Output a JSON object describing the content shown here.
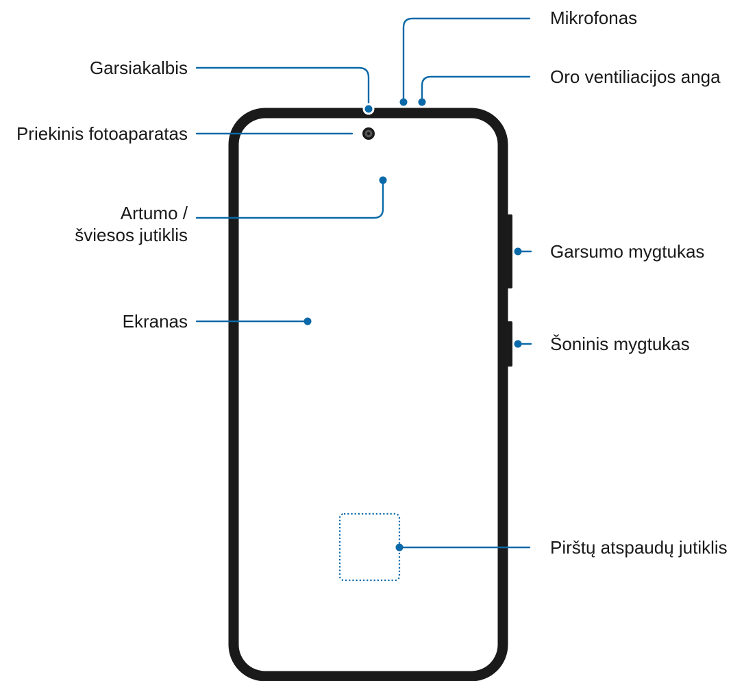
{
  "colors": {
    "leader": "#0a69a8",
    "phone_frame": "#1a1a1a",
    "phone_side_button": "#1a1a1a",
    "fingerprint_outline": "#0a69a8",
    "background": "#ffffff",
    "label_text": "#1a1a1a"
  },
  "icons": {
    "front_camera": "camera-lens-icon"
  },
  "labels": {
    "mikrofonas": "Mikrofonas",
    "garsiakalbis": "Garsiakalbis",
    "oro_anga": "Oro ventiliacijos anga",
    "priekinis_fotoaparatas": "Priekinis fotoaparatas",
    "artumo_line1": "Artumo /",
    "artumo_line2": "šviesos jutiklis",
    "garsumo_mygtukas": "Garsumo mygtukas",
    "ekranas": "Ekranas",
    "soninis_mygtukas": "Šoninis mygtukas",
    "pirstu_jutiklis": "Pirštų atspaudų jutiklis"
  }
}
